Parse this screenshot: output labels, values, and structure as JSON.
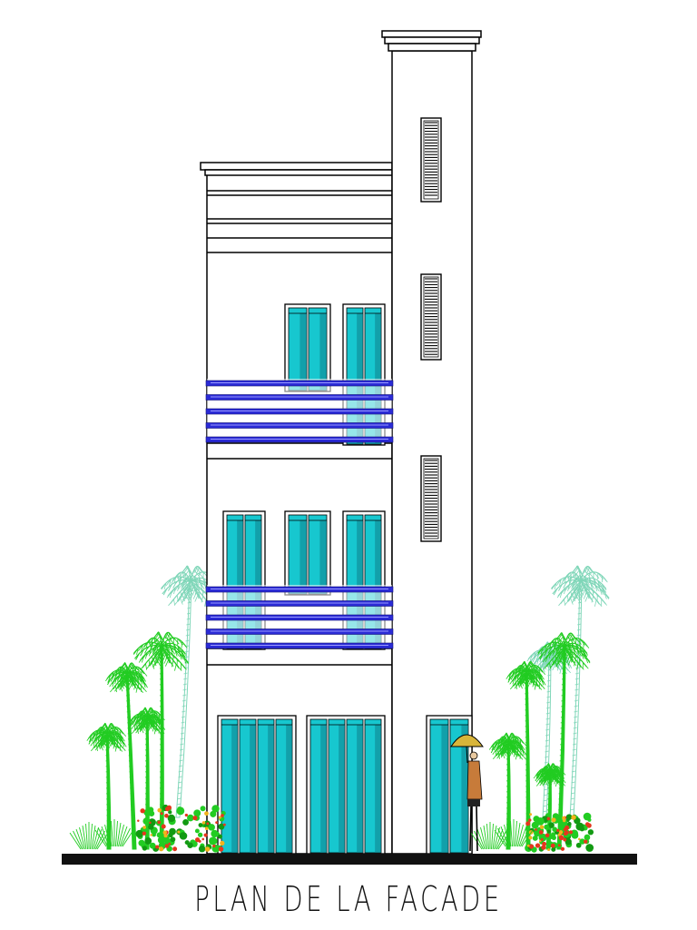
{
  "caption": "PLAN DE LA FACADE",
  "colors": {
    "glass": "#17c7cf",
    "glass_dark": "#0e7f8c",
    "railing": "#2b2bd6",
    "vegetation": "#22cc22",
    "palm_outline": "#7fd6b8",
    "flowers": "#e5371d",
    "ground": "#111111",
    "umbrella": "#d8b53a",
    "figure": "#c77b3a"
  },
  "elements": {
    "building": "three-storey building with stair tower",
    "tower_vents": 3,
    "balconies": 2,
    "figure": "person with umbrella"
  }
}
